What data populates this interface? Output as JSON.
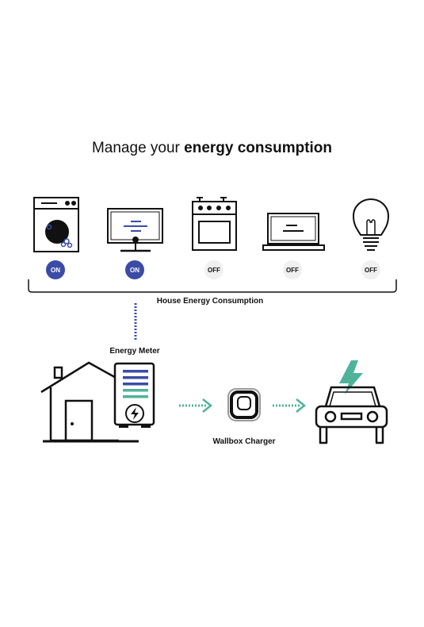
{
  "title": {
    "prefix": "Manage your ",
    "bold": "energy consumption"
  },
  "appliances": [
    {
      "name": "washing-machine",
      "status": "ON"
    },
    {
      "name": "television",
      "status": "ON"
    },
    {
      "name": "stove",
      "status": "OFF"
    },
    {
      "name": "laptop",
      "status": "OFF"
    },
    {
      "name": "light-bulb",
      "status": "OFF"
    }
  ],
  "labels": {
    "house_consumption": "House Energy Consumption",
    "energy_meter": "Energy Meter",
    "wallbox_charger": "Wallbox Charger"
  },
  "colors": {
    "on_badge": "#3b4ca6",
    "accent_green": "#4fb39a",
    "meter_blue": "#3b4ca6"
  }
}
